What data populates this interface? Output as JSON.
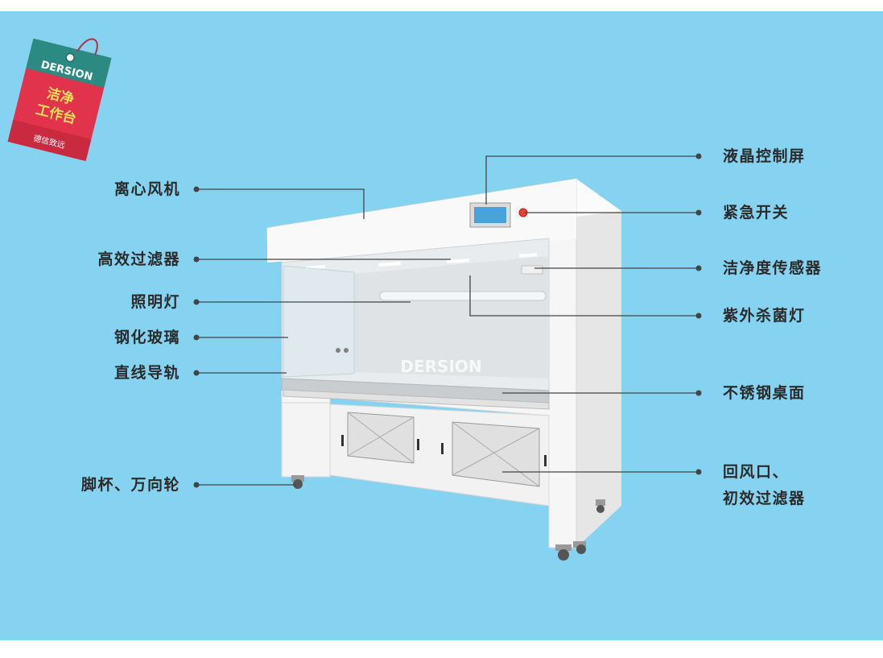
{
  "tag": {
    "brand": "DERSION",
    "title_line1": "洁净",
    "title_line2": "工作台",
    "footer": "德信致远"
  },
  "watermark": "DERSION",
  "labels": {
    "centrifugal_fan": "离心风机",
    "hepa_filter": "高效过滤器",
    "lighting": "照明灯",
    "tempered_glass": "钢化玻璃",
    "linear_rail": "直线导轨",
    "casters": "脚杯、万向轮",
    "lcd_screen": "液晶控制屏",
    "emergency_switch": "紧急开关",
    "cleanliness_sensor": "洁净度传感器",
    "uv_lamp": "紫外杀菌灯",
    "stainless_top": "不锈钢桌面",
    "return_air_line1": "回风口、",
    "return_air_line2": "初效过滤器"
  },
  "colors": {
    "background": "#85d3f1",
    "tag_red": "#e2334c",
    "tag_teal": "#2b8b82",
    "cabinet": "#f7f7f7",
    "emergency": "#e8402f"
  }
}
